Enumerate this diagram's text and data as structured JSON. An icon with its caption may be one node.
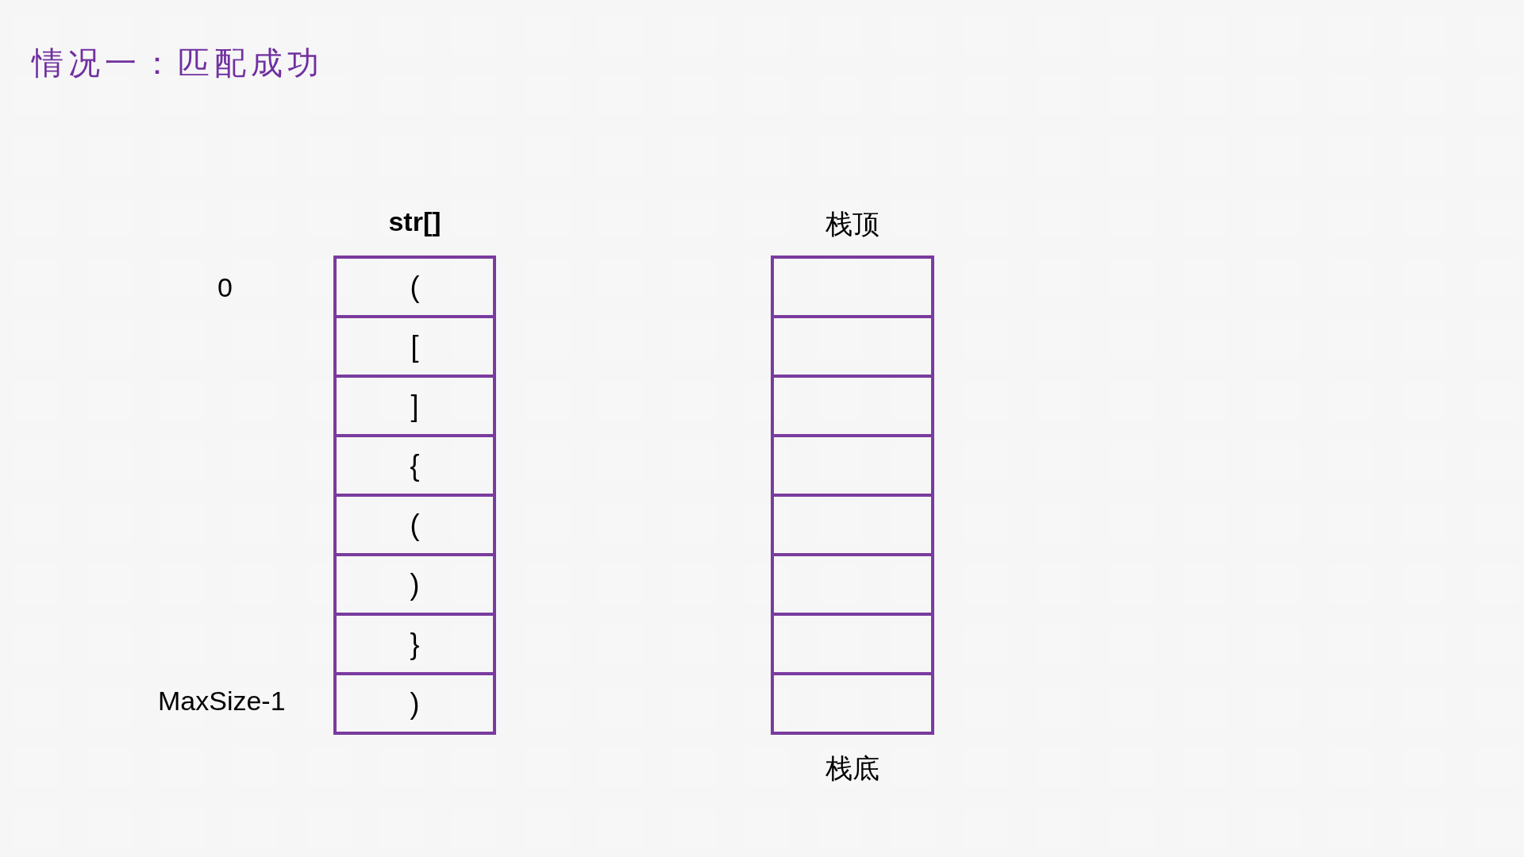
{
  "diagram": {
    "title": "情况一：匹配成功",
    "nodes": [
      {
        "text": [
          "str[]"
        ]
      },
      {
        "text": [
          "("
        ],
        "in": 0
      },
      {
        "text": [
          "["
        ],
        "in": 0
      },
      {
        "text": [
          "]"
        ],
        "in": 0
      },
      {
        "text": [
          "{"
        ],
        "in": 0
      },
      {
        "text": [
          "("
        ],
        "in": 0
      },
      {
        "text": [
          ")"
        ],
        "in": 0
      },
      {
        "text": [
          "}"
        ],
        "in": 0
      },
      {
        "text": [
          ")"
        ],
        "in": 0
      },
      {
        "text": [
          "栈顶"
        ],
        "beside": [
          "栈底"
        ]
      },
      {
        "text": [],
        "shape": "box",
        "in": 9
      },
      {
        "text": [],
        "shape": "box",
        "in": 9
      },
      {
        "text": [],
        "shape": "box",
        "in": 9
      },
      {
        "text": [],
        "shape": "box",
        "in": 9
      },
      {
        "text": [],
        "shape": "box",
        "in": 9
      },
      {
        "text": [],
        "shape": "box",
        "in": 9
      },
      {
        "text": [],
        "shape": "box",
        "in": 9
      },
      {
        "text": [],
        "shape": "box",
        "in": 9
      }
    ],
    "edges": [],
    "labels": [
      "0",
      "MaxSize-1"
    ]
  }
}
